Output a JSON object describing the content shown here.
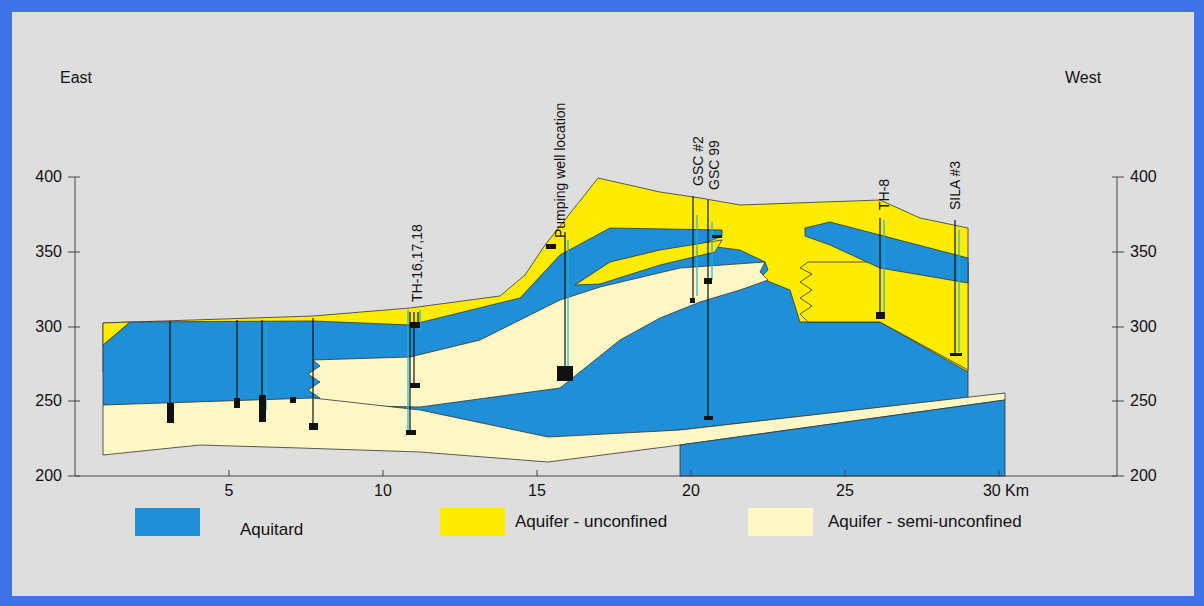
{
  "diagram": {
    "labels": [
      "East",
      "West",
      "400",
      "350",
      "300",
      "250",
      "200",
      "400",
      "350",
      "300",
      "250",
      "200",
      "5",
      "10",
      "15",
      "20",
      "25",
      "30 Km",
      "TH-16,17,18",
      "Pumping well location",
      "GSC #2",
      "GSC 99",
      "TH-8",
      "SILA #3"
    ],
    "legend": [
      {
        "text": "Aquitard",
        "color": "#1f8fd8"
      },
      {
        "text": "Aquifer - unconfined",
        "color": "#ffec00"
      },
      {
        "text": "Aquifer - semi-unconfined",
        "color": "#fff7c6"
      }
    ]
  }
}
